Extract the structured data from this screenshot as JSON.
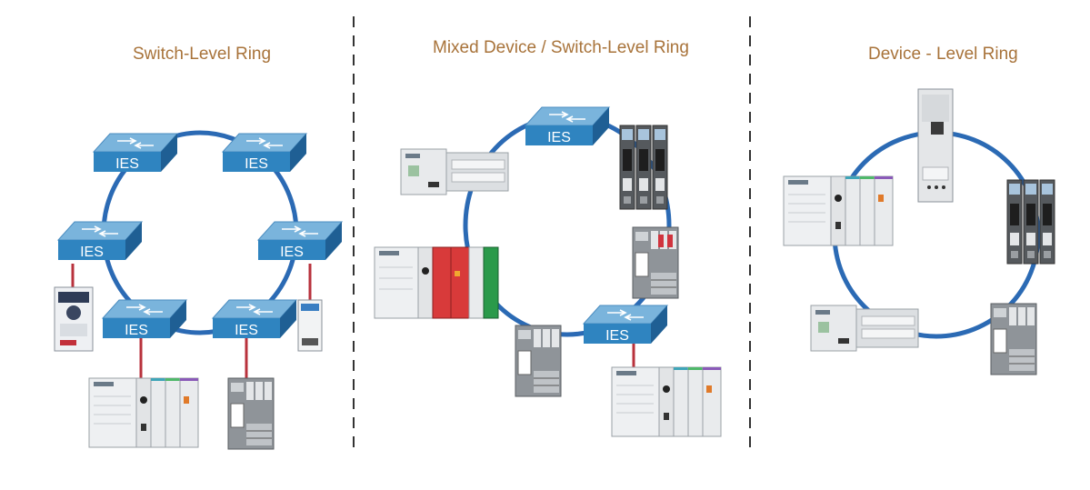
{
  "colors": {
    "title": "#a8733a",
    "ring": "#2b6ab4",
    "switch_top": "#7ab4dc",
    "switch_front": "#2f84c0",
    "switch_side": "#1f5f94",
    "link": "#b8323c",
    "divider": "#333333"
  },
  "panels": {
    "switch_level": {
      "title": "Switch-Level Ring"
    },
    "mixed": {
      "title": "Mixed Device / Switch-Level Ring"
    },
    "device_level": {
      "title": "Device - Level Ring"
    }
  },
  "switch_label": "IES",
  "icons": [
    "ethernet-switch-icon",
    "controller-chassis-icon",
    "point-io-module-icon",
    "drive-module-icon",
    "variable-frequency-drive-icon",
    "sensor-module-icon",
    "io-block-icon",
    "network-tap-icon"
  ]
}
